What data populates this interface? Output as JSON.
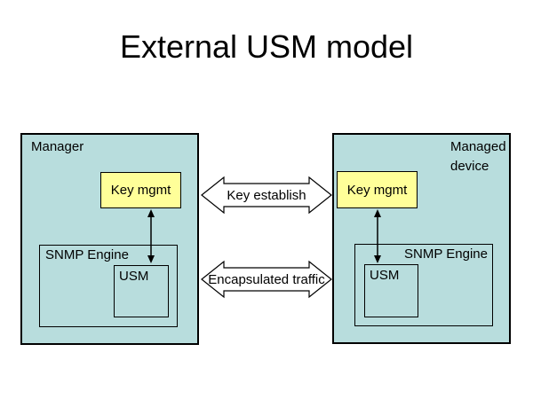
{
  "title": "External USM model",
  "colors": {
    "background": "#FFFFFF",
    "box_fill": "#B8DDDD",
    "highlight_fill": "#FFFF99",
    "line": "#000000"
  },
  "manager": {
    "label": "Manager",
    "key_mgmt_label": "Key mgmt",
    "snmp_engine_label": "SNMP Engine",
    "usm_label": "USM"
  },
  "managed_device": {
    "label": "Managed device",
    "key_mgmt_label": "Key mgmt",
    "snmp_engine_label": "SNMP Engine",
    "usm_label": "USM"
  },
  "connectors": {
    "key_establish_label": "Key establish",
    "encapsulated_traffic_label": "Encapsulated traffic"
  }
}
